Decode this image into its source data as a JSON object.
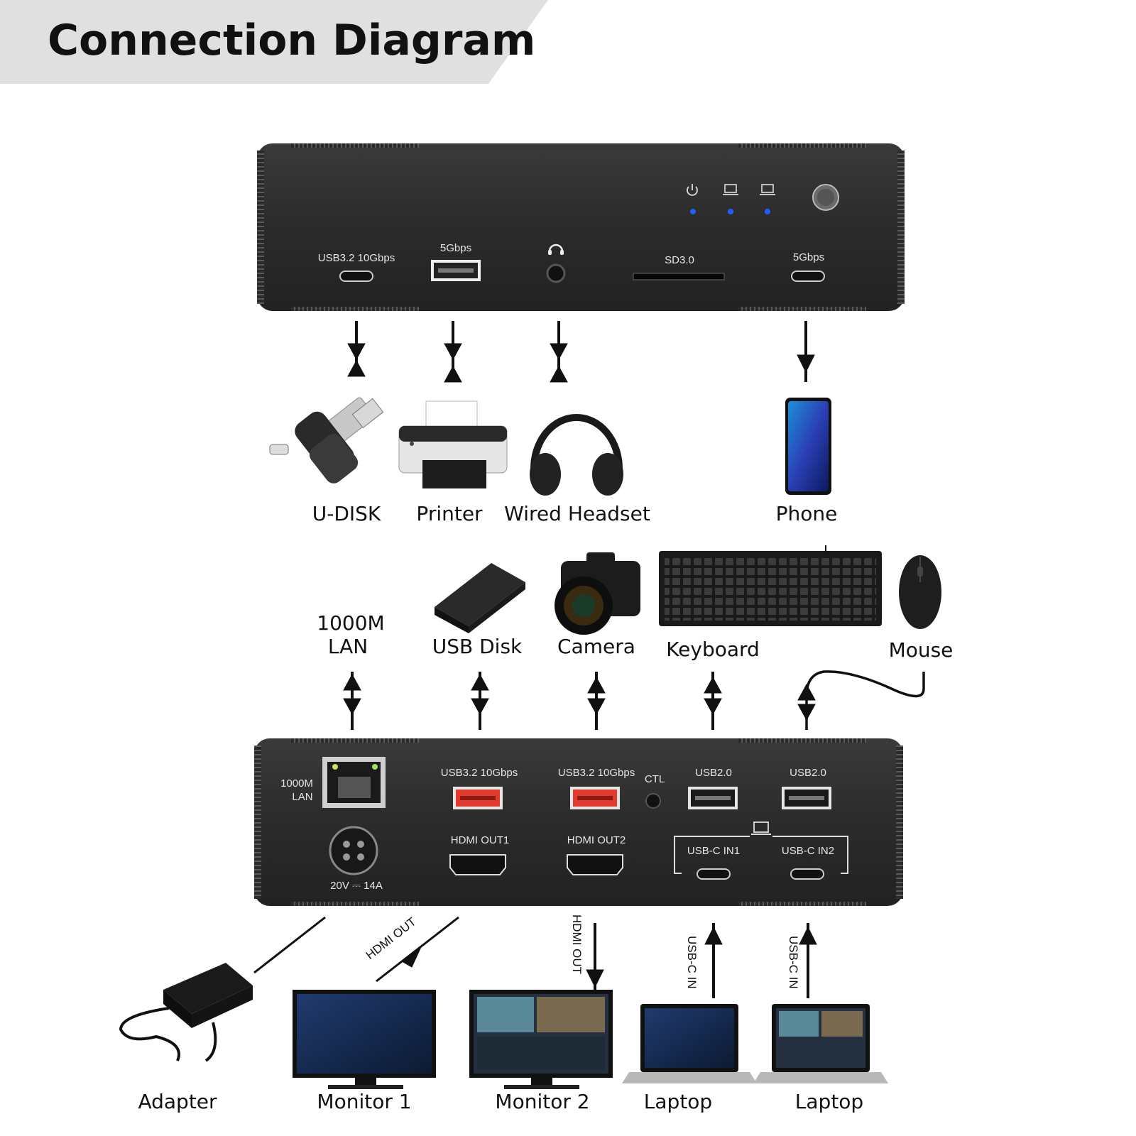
{
  "title": "Connection Diagram",
  "front_panel": {
    "ports": {
      "usbc_10g": "USB3.2 10Gbps",
      "usba_5g": "5Gbps",
      "sd": "SD3.0",
      "usbc_5g": "5Gbps"
    },
    "indicators": [
      "power-icon",
      "laptop-icon",
      "laptop-icon"
    ],
    "led_color": "#1f5fff"
  },
  "top_devices": {
    "udisk": "U-DISK",
    "printer": "Printer",
    "headset": "Wired Headset",
    "phone": "Phone"
  },
  "middle_devices": {
    "lan_line1": "1000M",
    "lan_line2": "LAN",
    "usb_disk": "USB Disk",
    "camera": "Camera",
    "keyboard": "Keyboard",
    "mouse": "Mouse"
  },
  "rear_panel": {
    "lan_line1": "1000M",
    "lan_line2": "LAN",
    "usb1": "USB3.2 10Gbps",
    "usb2": "USB3.2 10Gbps",
    "ctl": "CTL",
    "usb20_a": "USB2.0",
    "usb20_b": "USB2.0",
    "hdmi1": "HDMI OUT1",
    "hdmi2": "HDMI OUT2",
    "usbc_in1": "USB-C IN1",
    "usbc_in2": "USB-C IN2",
    "power_spec": "20V ⎓ 14A",
    "usb3_color": "#e23b2e"
  },
  "connection_labels": {
    "hdmi_out_a": "HDMI OUT",
    "hdmi_out_b": "HDMI OUT",
    "usbc_in_a": "USB-C IN",
    "usbc_in_b": "USB-C IN"
  },
  "bottom_devices": {
    "adapter": "Adapter",
    "monitor1": "Monitor 1",
    "monitor2": "Monitor 2",
    "laptop1": "Laptop",
    "laptop2": "Laptop"
  }
}
